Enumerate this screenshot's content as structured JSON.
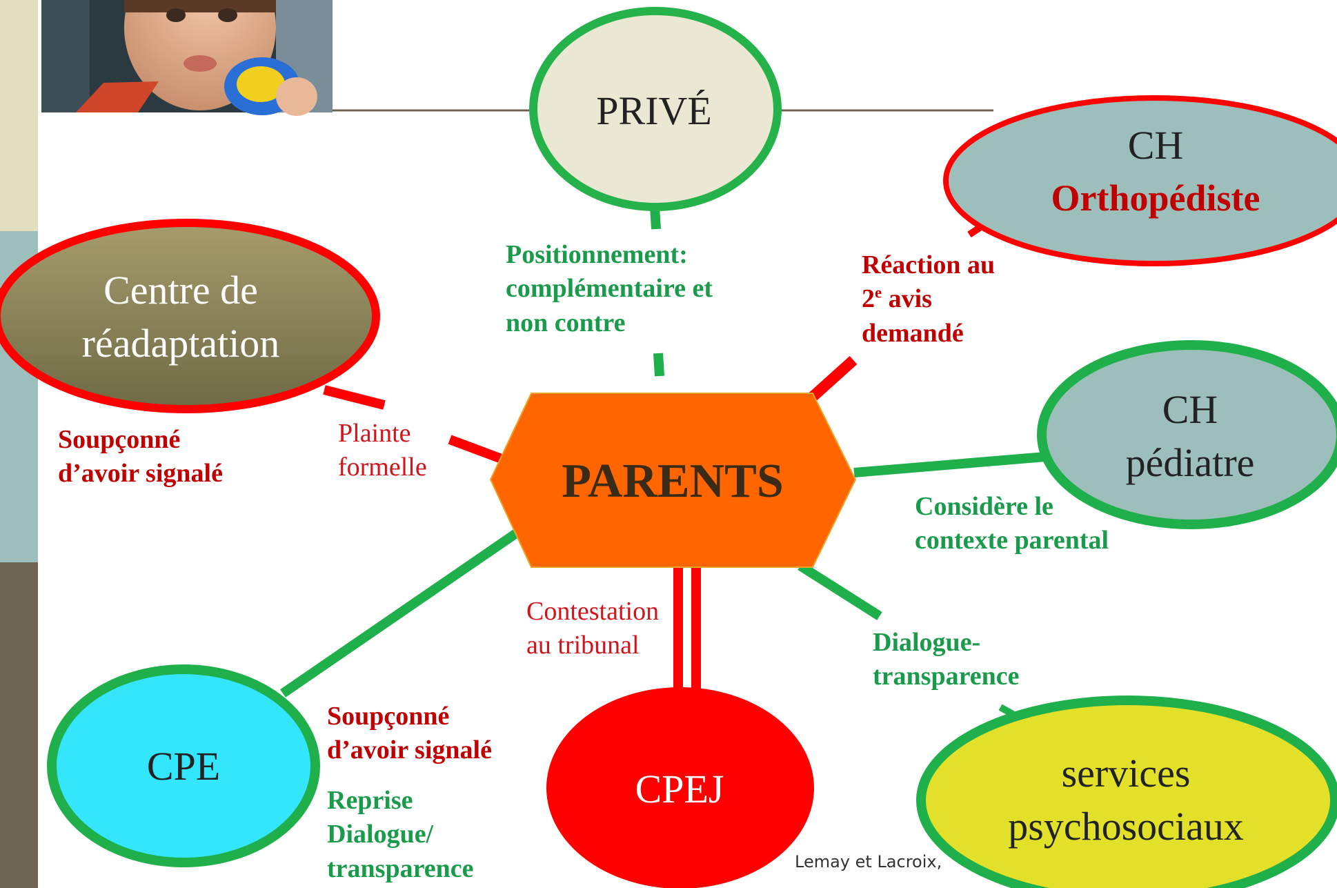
{
  "nodes": {
    "center": {
      "label": "PARENTS"
    },
    "prive": {
      "label": "PRIVÉ"
    },
    "ch_ortho": {
      "line1": "CH",
      "line2": "Orthopédiste"
    },
    "centre_readaptation": {
      "line1": "Centre de",
      "line2": "réadaptation"
    },
    "ch_pediatre": {
      "line1": "CH",
      "line2": "pédiatre"
    },
    "cpe": {
      "label": "CPE"
    },
    "cpej": {
      "label": "CPEJ"
    },
    "services": {
      "line1": "services",
      "line2": "psychosociaux"
    }
  },
  "edge_labels": {
    "prive": [
      "Positionnement:",
      "complémentaire et",
      "non contre"
    ],
    "ch_ortho": [
      "Réaction au",
      "2e avis",
      "demandé"
    ],
    "centre_plainte": [
      "Plainte",
      "formelle"
    ],
    "centre_soupcon": [
      "Soupçonné",
      "d’avoir signalé"
    ],
    "ch_pediatre": [
      "Considère le",
      "contexte parental"
    ],
    "cpej": [
      "Contestation",
      "au tribunal"
    ],
    "services": [
      "Dialogue-",
      "transparence"
    ],
    "cpe_soupcon": [
      "Soupçonné",
      "d’avoir signalé"
    ],
    "cpe_reprise": [
      "Reprise",
      "Dialogue/",
      "transparence"
    ]
  },
  "credit": "Lemay et Lacroix,",
  "colors": {
    "green": "#1fb04b",
    "red": "#ff0000",
    "orange_center": "#ff6600",
    "prive_fill": "#eae8d2",
    "ch_fill": "#9dbfbb",
    "centre_fill": "#8a8455",
    "cpe_fill": "#33e6fb",
    "services_fill": "#e3e02a",
    "left_bar_top": "#e2dfbf",
    "left_bar_mid": "#9dbfbb",
    "left_bar_bottom": "#6c6450"
  }
}
